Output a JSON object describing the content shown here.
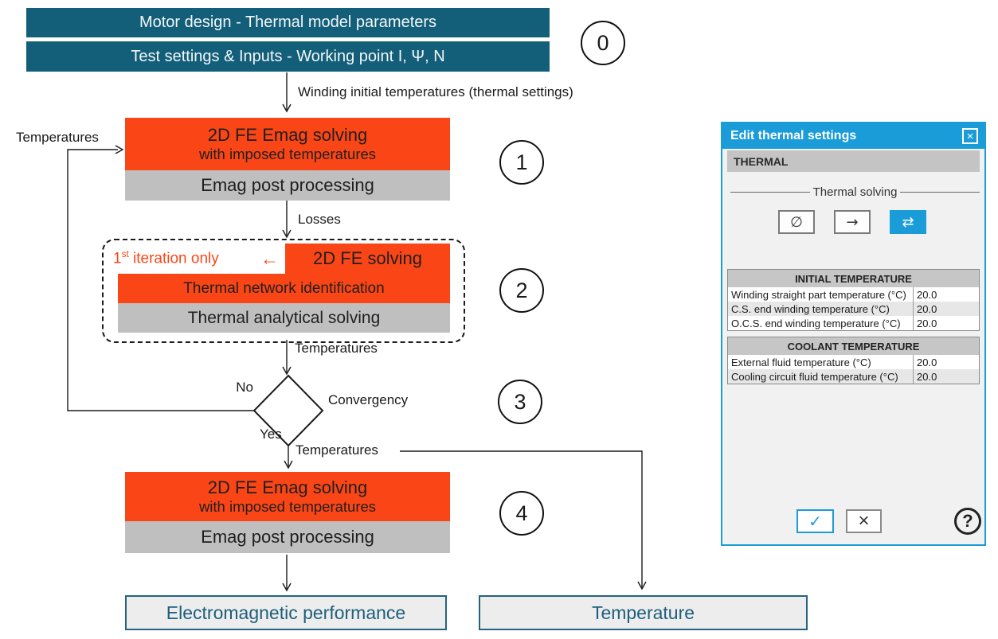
{
  "flow": {
    "header_bars": [
      {
        "label": "Motor design - Thermal model parameters"
      },
      {
        "label": "Test settings & Inputs - Working point I, Ψ, N"
      }
    ],
    "badges": [
      "0",
      "1",
      "2",
      "3",
      "4"
    ],
    "labels": {
      "winding_initial": "Winding initial temperatures (thermal settings)",
      "feedback_temperatures": "Temperatures",
      "losses": "Losses",
      "temperatures_after_iteration": "Temperatures",
      "no": "No",
      "convergency": "Convergency",
      "yes": "Yes",
      "temperatures_out": "Temperatures"
    },
    "step1": {
      "title": "2D FE Emag solving",
      "subtitle": "with imposed temperatures",
      "post": "Emag post processing"
    },
    "step2": {
      "note_base": "1",
      "note_sup": "st",
      "note_rest": " iteration only",
      "note_arrow": "←",
      "fe_solving": "2D FE solving",
      "network": "Thermal network identification",
      "analytical": "Thermal analytical solving"
    },
    "step4": {
      "title": "2D FE Emag solving",
      "subtitle": "with imposed temperatures",
      "post": "Emag post processing"
    },
    "results": [
      {
        "label": "Electromagnetic performance"
      },
      {
        "label": "Temperature"
      }
    ]
  },
  "dialog": {
    "title": "Edit thermal settings",
    "close_glyph": "×",
    "section_header": "THERMAL",
    "group_label": "Thermal solving",
    "solve_options": [
      {
        "glyph": "∅",
        "name": "no-thermal-solving"
      },
      {
        "glyph": "→",
        "name": "one-way-coupling"
      },
      {
        "glyph": "⇄",
        "name": "two-way-coupling",
        "selected": true
      }
    ],
    "tables": [
      {
        "header": "INITIAL TEMPERATURE",
        "rows": [
          {
            "label": "Winding straight part temperature (°C)",
            "value": "20.0"
          },
          {
            "label": "C.S. end winding temperature (°C)",
            "value": "20.0"
          },
          {
            "label": "O.C.S. end winding temperature (°C)",
            "value": "20.0"
          }
        ]
      },
      {
        "header": "COOLANT TEMPERATURE",
        "rows": [
          {
            "label": "External fluid temperature (°C)",
            "value": "20.0"
          },
          {
            "label": "Cooling circuit fluid temperature (°C)",
            "value": "20.0"
          }
        ]
      }
    ],
    "ok_glyph": "✓",
    "cancel_glyph": "×",
    "help_glyph": "?"
  },
  "colors": {
    "teal": "#135e78",
    "orange": "#fa4616",
    "gray_box": "#bfbfbf",
    "dialog_accent": "#1a9cd8",
    "result_text": "#1d5f7d"
  }
}
